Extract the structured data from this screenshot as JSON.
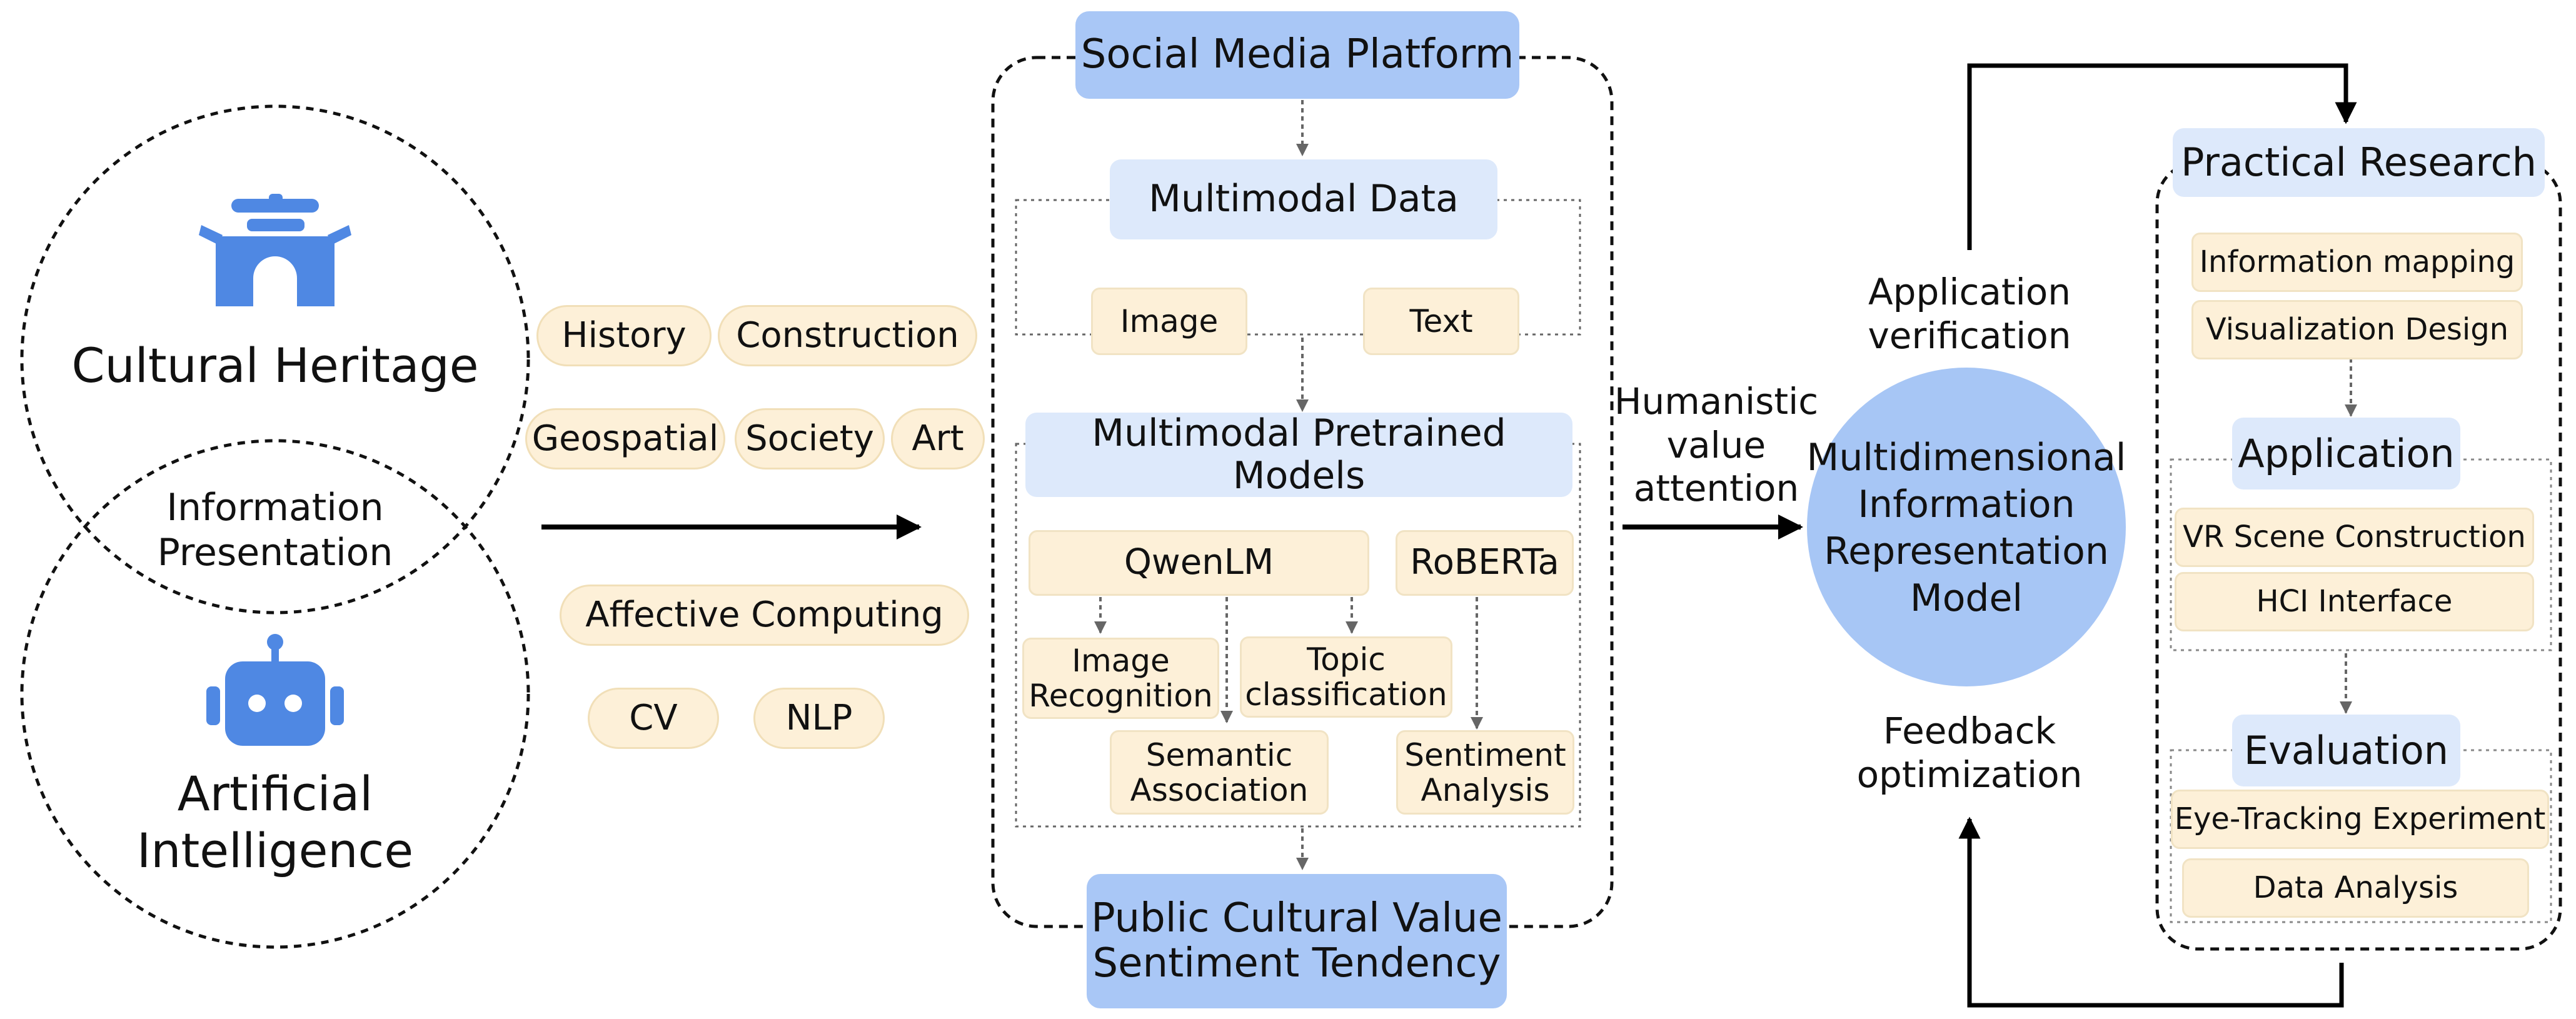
{
  "left": {
    "cultural_heritage": "Cultural Heritage",
    "information_presentation": "Information\nPresentation",
    "artificial_intelligence": "Artificial\nIntelligence",
    "heritage_icon": "heritage-gate-icon",
    "ai_icon": "robot-icon"
  },
  "tags": {
    "history": "History",
    "construction": "Construction",
    "geospatial": "Geospatial",
    "society": "Society",
    "art": "Art",
    "affective_computing": "Affective Computing",
    "cv": "CV",
    "nlp": "NLP"
  },
  "pipeline": {
    "social_media_platform": "Social Media Platform",
    "multimodal_data": "Multimodal Data",
    "image": "Image",
    "text": "Text",
    "pretrained_models": "Multimodal Pretrained Models",
    "qwenlm": "QwenLM",
    "roberta": "RoBERTa",
    "image_recognition": "Image\nRecognition",
    "topic_classification": "Topic\nclassification",
    "semantic_association": "Semantic\nAssociation",
    "sentiment_analysis": "Sentiment\nAnalysis",
    "output": "Public Cultural Value\nSentiment Tendency"
  },
  "center": {
    "humanistic": "Humanistic\nvalue\nattention",
    "application_verification": "Application\nverification",
    "model": "Multidimensional\nInformation\nRepresentation\nModel",
    "feedback_optimization": "Feedback\noptimization"
  },
  "right": {
    "practical_research": "Practical Research",
    "information_mapping": "Information mapping",
    "visualization_design": "Visualization Design",
    "application": "Application",
    "vr_scene": "VR Scene Construction",
    "hci_interface": "HCI Interface",
    "evaluation": "Evaluation",
    "eye_tracking": "Eye-Tracking Experiment",
    "data_analysis": "Data Analysis"
  },
  "colors": {
    "light_blue": "#dde9fb",
    "mid_blue": "#a9c7f6",
    "circle_blue": "#a7c6f5",
    "icon_blue": "#4f88e3",
    "tag_fill": "#fdf0d8"
  }
}
